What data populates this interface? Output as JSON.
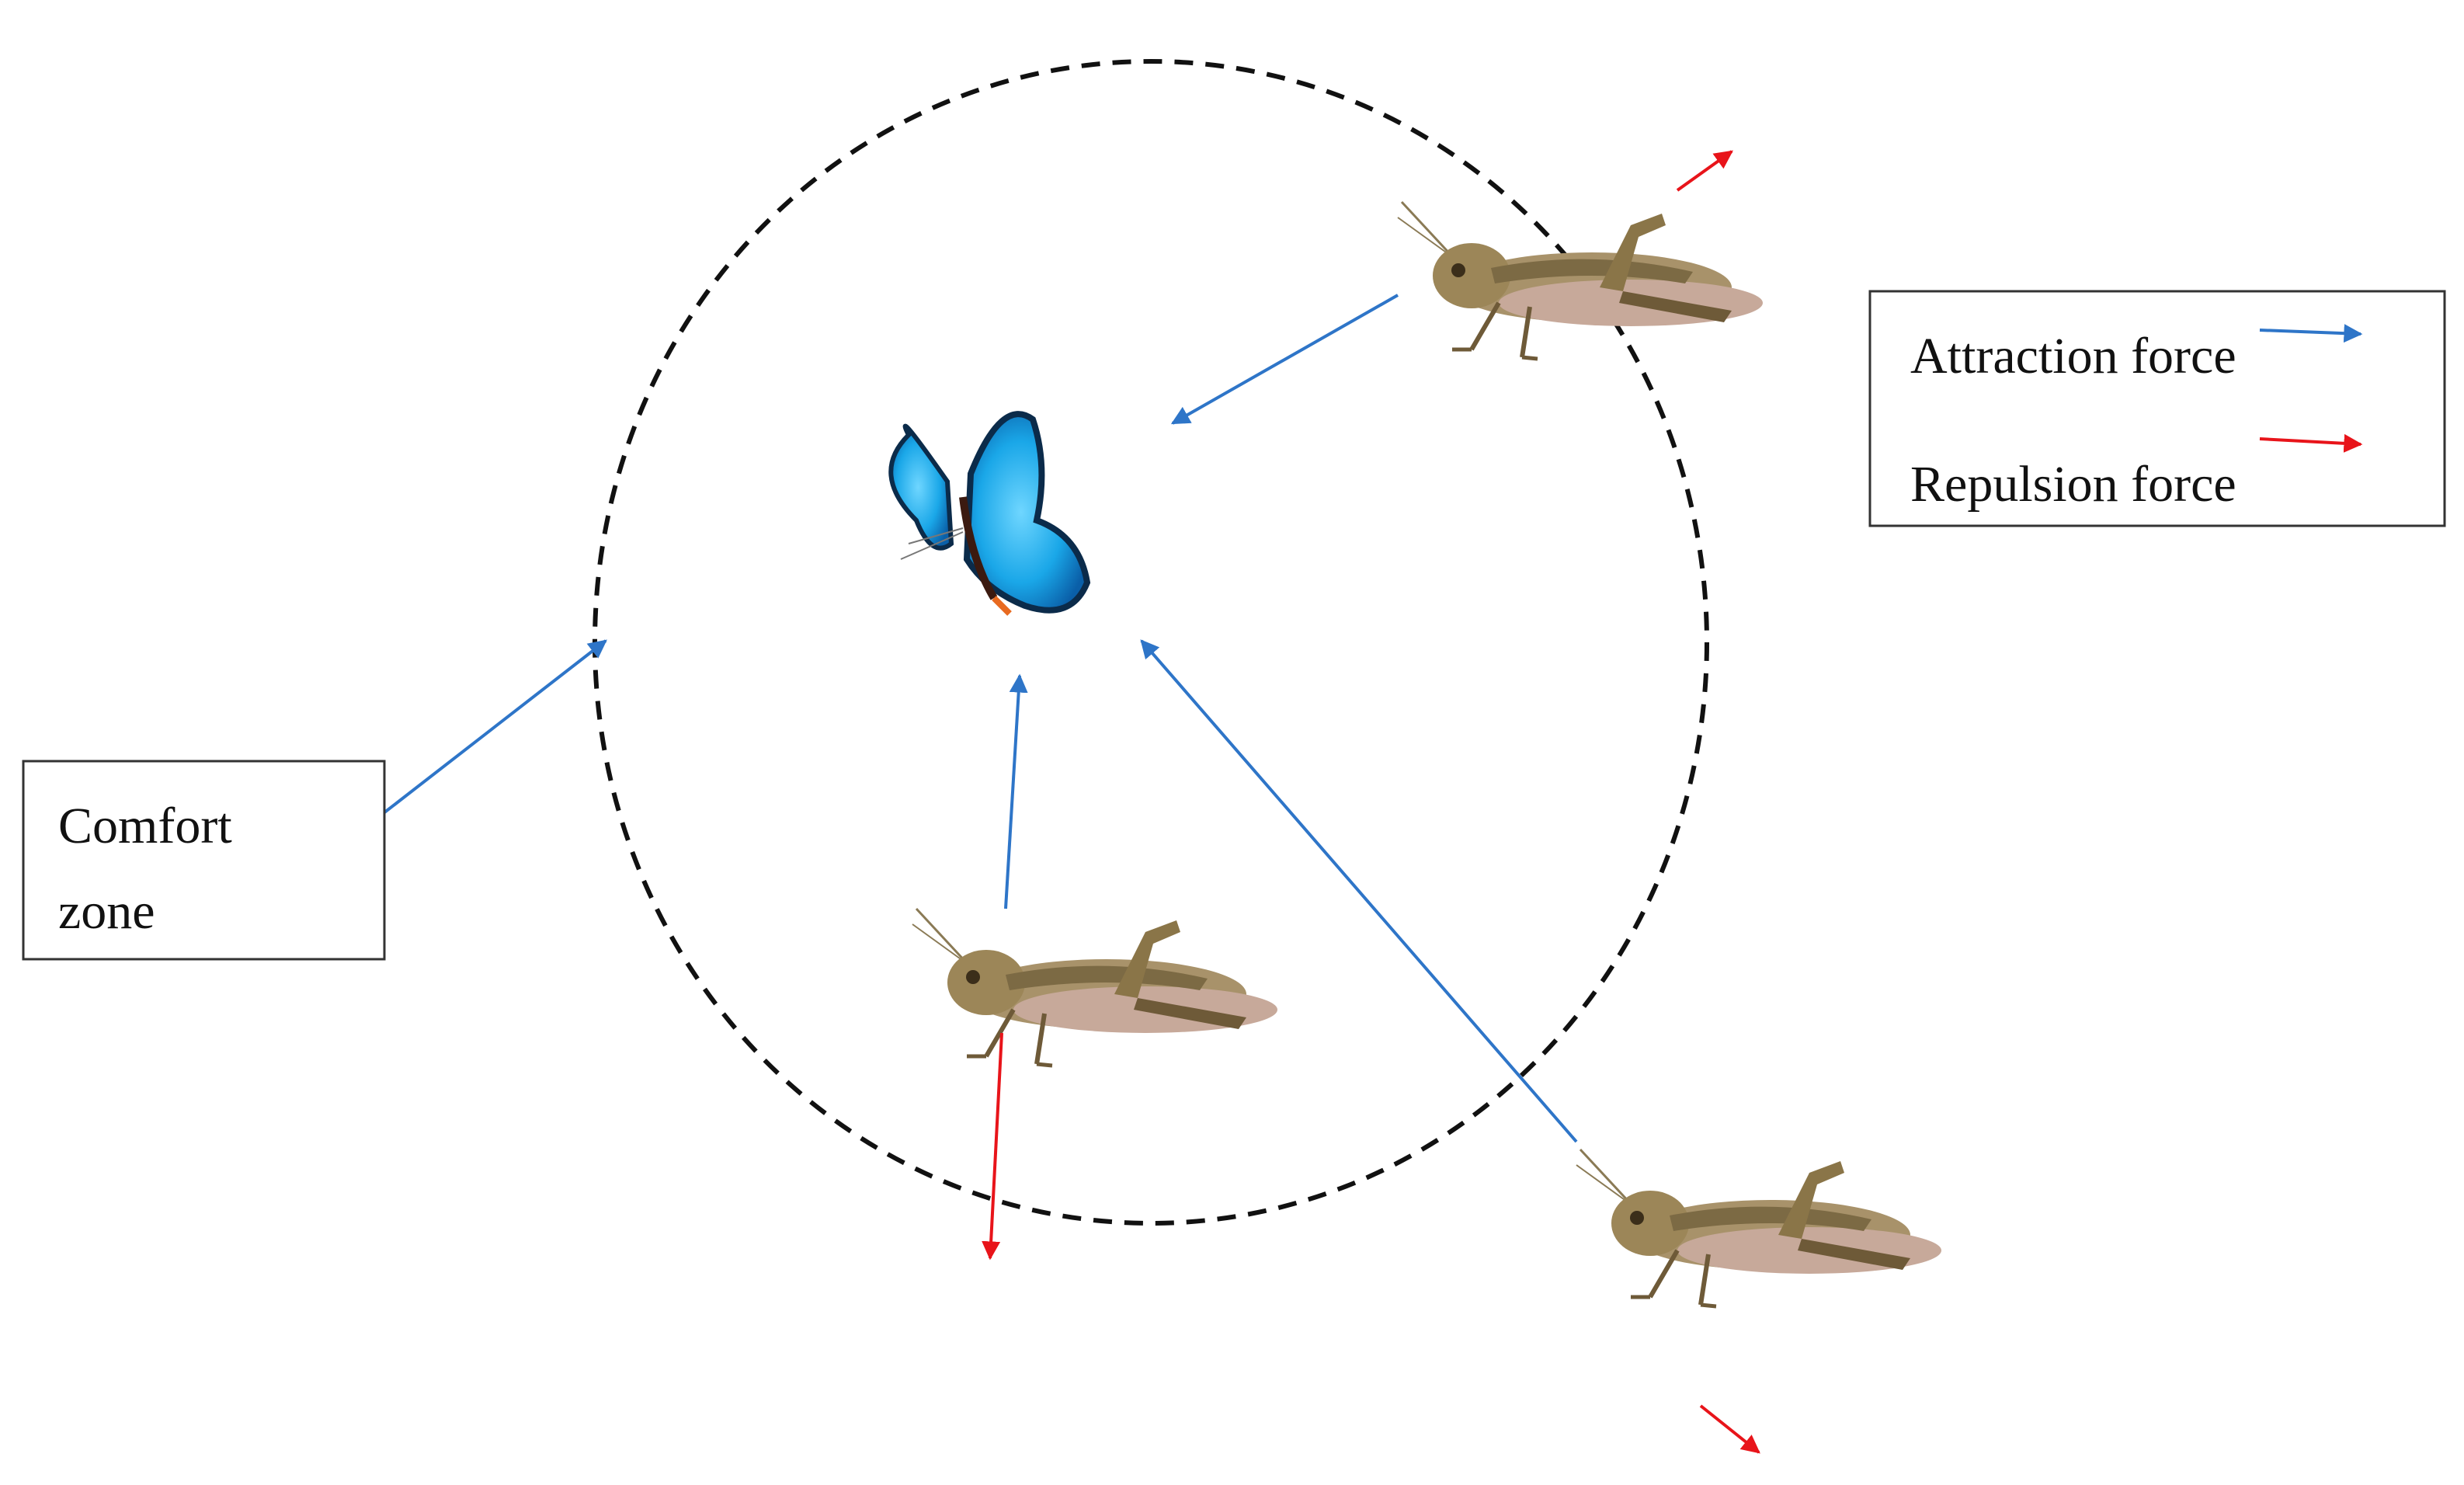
{
  "labels": {
    "comfort_line1": "Comfort",
    "comfort_line2": "zone"
  },
  "legend": {
    "attraction_label": "Attraction force",
    "repulsion_label": "Repulsion force",
    "attraction_color": "#2e75c8",
    "repulsion_color": "#e8141a"
  },
  "colors": {
    "circle": "#111111",
    "box_border": "#333333",
    "butterfly_wing": "#1aa7e8",
    "butterfly_wing_dark": "#0a5fa8",
    "grasshopper_body": "#a8926a",
    "grasshopper_dark": "#6e5a38",
    "grasshopper_belly": "#c7a99a"
  },
  "figures": {
    "target": "butterfly",
    "agents": [
      "grasshopper-top-right",
      "grasshopper-bottom-left",
      "grasshopper-bottom-right"
    ]
  }
}
